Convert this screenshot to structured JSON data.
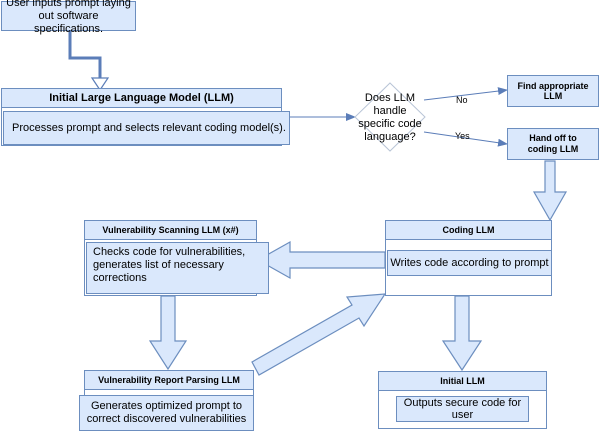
{
  "nodes": {
    "user_input": "User inputs prompt laying out software specifications.",
    "initial_llm": {
      "title": "Initial Large Language Model (LLM)",
      "body": "Processes prompt and selects relevant coding model(s)."
    },
    "decision": "Does LLM handle specific code language?",
    "find_llm": "Find appropriate LLM",
    "handoff": "Hand off to coding LLM",
    "coding_llm": {
      "title": "Coding LLM",
      "body": "Writes code according to prompt"
    },
    "vuln_scan": {
      "title": "Vulnerability Scanning LLM (x#)",
      "body": "Checks code for vulnerabilities, generates list of necessary corrections"
    },
    "vuln_parse": {
      "title": "Vulnerability Report Parsing LLM",
      "body": "Generates optimized prompt to correct discovered vulnerabilities"
    },
    "initial_llm_out": {
      "title": "Initial LLM",
      "body": "Outputs secure code for user"
    }
  },
  "edges": {
    "no_label": "No",
    "yes_label": "Yes"
  },
  "colors": {
    "fill": "#dae8fc",
    "stroke": "#6c8ebf",
    "connector": "#5b7db8"
  }
}
